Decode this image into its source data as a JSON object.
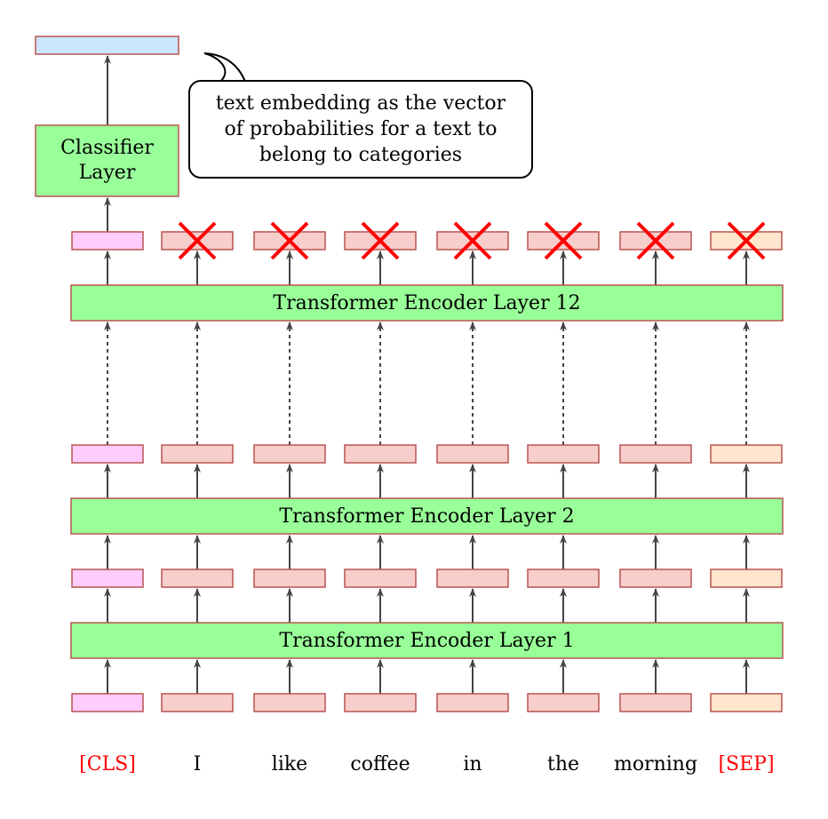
{
  "colors": {
    "cls": "#ffccff",
    "word": "#f8cecc",
    "sep": "#ffe6cc",
    "output": "#cce5ff",
    "layer": "#99ff99",
    "border": "#b85450",
    "arrow": "#444444",
    "cross": "#ff0000",
    "special_token": "#ff0000"
  },
  "callout": {
    "line1": "text embedding as the vector",
    "line2": "of probabilities for a text to",
    "line3": "belong to categories"
  },
  "classifier": {
    "line1": "Classifier",
    "line2": "Layer"
  },
  "layers": {
    "layer12": "Transformer Encoder Layer 12",
    "layer2": "Transformer Encoder Layer 2",
    "layer1": "Transformer Encoder Layer 1"
  },
  "tokens": [
    "[CLS]",
    "I",
    "like",
    "coffee",
    "in",
    "the",
    "morning",
    "[SEP]"
  ],
  "special_tokens": [
    "[CLS]",
    "[SEP]"
  ],
  "discarded_outputs": [
    "I",
    "like",
    "coffee",
    "in",
    "the",
    "morning",
    "[SEP]"
  ]
}
